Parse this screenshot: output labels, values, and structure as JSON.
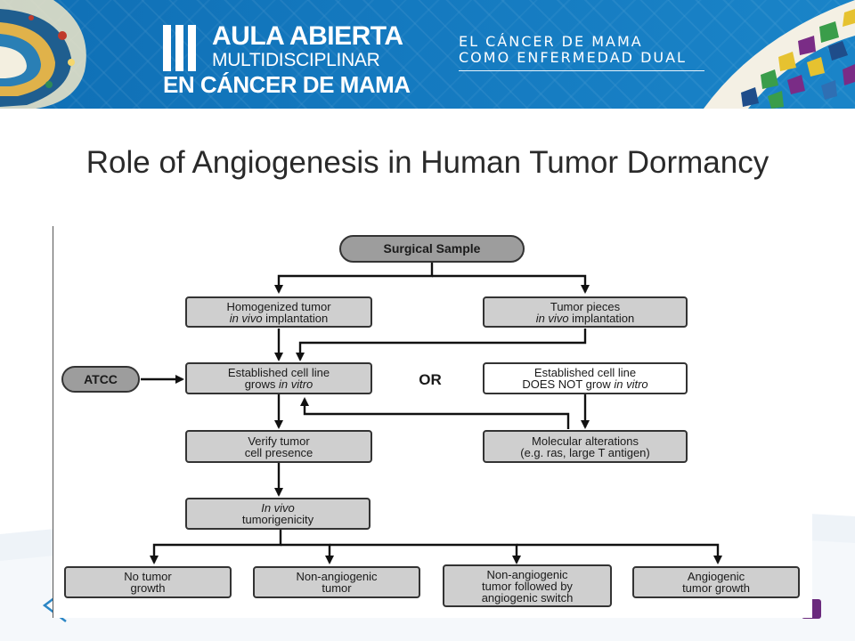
{
  "header": {
    "logo": {
      "line1": "AULA ABIERTA",
      "line2": "MULTIDISCIPLINAR",
      "line3": "EN CÁNCER DE MAMA"
    },
    "tagline": [
      "EL CÁNCER DE MAMA",
      "COMO ENFERMEDAD DUAL"
    ]
  },
  "slide": {
    "title": "Role of Angiogenesis in Human Tumor Dormancy"
  },
  "diagram": {
    "nodes": {
      "surgical": "Surgical Sample",
      "homog_1": "Homogenized tumor",
      "homog_2a": "in vivo",
      "homog_2b": " implantation",
      "pieces_1": "Tumor pieces",
      "pieces_2a": "in vivo",
      "pieces_2b": " implantation",
      "atcc": "ATCC",
      "established_1": "Established cell line",
      "established_2a": "grows ",
      "established_2b": "in vitro",
      "or": "OR",
      "notgrow_1": "Established cell line",
      "notgrow_2a": "DOES NOT grow ",
      "notgrow_2b": "in vitro",
      "verify_1": "Verify tumor",
      "verify_2": "cell presence",
      "molecular_1": "Molecular alterations",
      "molecular_2": "(e.g. ras, large T antigen)",
      "invivo_1": "In vivo",
      "invivo_2": "tumorigenicity",
      "notumor_1": "No tumor",
      "notumor_2": "growth",
      "nonangio_1": "Non-angiogenic",
      "nonangio_2": "tumor",
      "switch_1": "Non-angiogenic",
      "switch_2": "tumor followed by",
      "switch_3": "angiogenic switch",
      "angio_1": "Angiogenic",
      "angio_2": "tumor growth"
    }
  },
  "colors": {
    "banner": "#1479bf",
    "node_fill": "#cfcfcf",
    "oval_fill": "#9d9d9d",
    "accent_purple": "#6b2a7d",
    "accent_yellow": "#e8c93a"
  },
  "icons": [
    "prev-slide-icon",
    "slide-dot-icon"
  ]
}
